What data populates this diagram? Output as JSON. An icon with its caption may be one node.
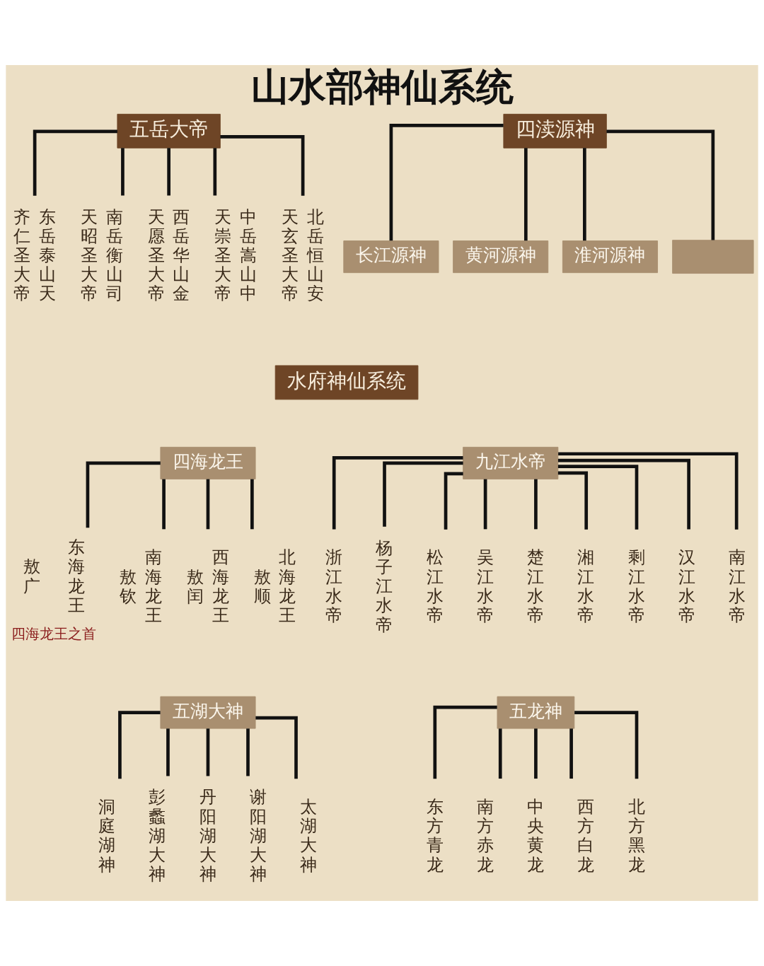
{
  "diagram": {
    "title": "山水部神仙系统",
    "nodes": [
      {
        "text": [
          "五岳大帝"
        ]
      },
      {
        "text": [
          "齐仁圣大帝",
          "东岳泰山天"
        ]
      },
      {
        "text": [
          "天昭圣大帝",
          "南岳衡山司"
        ]
      },
      {
        "text": [
          "天愿圣大帝",
          "西岳华山金"
        ]
      },
      {
        "text": [
          "天崇圣大帝",
          "中岳嵩山中"
        ]
      },
      {
        "text": [
          "天玄圣大帝",
          "北岳恒山安"
        ]
      },
      {
        "text": [
          "四渎源神"
        ]
      },
      {
        "text": [
          "长江源神"
        ]
      },
      {
        "text": [
          "黄河源神"
        ]
      },
      {
        "text": [
          "淮河源神"
        ]
      },
      {
        "text": [],
        "shape": "box"
      },
      {
        "text": [
          "水府神仙系统"
        ]
      },
      {
        "text": [
          "四海龙王"
        ]
      },
      {
        "text": [
          "敖广",
          "东海龙王"
        ],
        "beside": [
          "四海龙王之首"
        ]
      },
      {
        "text": [
          "敖钦",
          "南海龙王"
        ]
      },
      {
        "text": [
          "敖闰",
          "西海龙王"
        ]
      },
      {
        "text": [
          "敖顺",
          "北海龙王"
        ]
      },
      {
        "text": [
          "九江水帝"
        ]
      },
      {
        "text": [
          "浙江水帝"
        ]
      },
      {
        "text": [
          "杨子江水帝"
        ]
      },
      {
        "text": [
          "松江水帝"
        ]
      },
      {
        "text": [
          "吴江水帝"
        ]
      },
      {
        "text": [
          "楚江水帝"
        ]
      },
      {
        "text": [
          "湘江水帝"
        ]
      },
      {
        "text": [
          "剩江水帝"
        ]
      },
      {
        "text": [
          "汉江水帝"
        ]
      },
      {
        "text": [
          "南江水帝"
        ]
      },
      {
        "text": [
          "五湖大神"
        ]
      },
      {
        "text": [
          "洞庭湖神"
        ]
      },
      {
        "text": [
          "彭蠡湖大神"
        ]
      },
      {
        "text": [
          "丹阳湖大神"
        ]
      },
      {
        "text": [
          "谢阳湖大神"
        ]
      },
      {
        "text": [
          "太湖大神"
        ]
      },
      {
        "text": [
          "五龙神"
        ]
      },
      {
        "text": [
          "东方青龙"
        ]
      },
      {
        "text": [
          "南方赤龙"
        ]
      },
      {
        "text": [
          "中央黄龙"
        ]
      },
      {
        "text": [
          "西方白龙"
        ]
      },
      {
        "text": [
          "北方黑龙"
        ]
      }
    ],
    "edges": [
      {
        "from": 0,
        "to": 1,
        "arrow": "none"
      },
      {
        "from": 0,
        "to": 2,
        "arrow": "none"
      },
      {
        "from": 0,
        "to": 3,
        "arrow": "none"
      },
      {
        "from": 0,
        "to": 4,
        "arrow": "none"
      },
      {
        "from": 0,
        "to": 5,
        "arrow": "none"
      },
      {
        "from": 6,
        "to": 7,
        "arrow": "none"
      },
      {
        "from": 6,
        "to": 8,
        "arrow": "none"
      },
      {
        "from": 6,
        "to": 9,
        "arrow": "none"
      },
      {
        "from": 6,
        "to": 10,
        "arrow": "none"
      },
      {
        "from": 12,
        "to": 13,
        "arrow": "none"
      },
      {
        "from": 12,
        "to": 14,
        "arrow": "none"
      },
      {
        "from": 12,
        "to": 15,
        "arrow": "none"
      },
      {
        "from": 12,
        "to": 16,
        "arrow": "none"
      },
      {
        "from": 17,
        "to": 18,
        "arrow": "none"
      },
      {
        "from": 17,
        "to": 19,
        "arrow": "none"
      },
      {
        "from": 17,
        "to": 20,
        "arrow": "none"
      },
      {
        "from": 17,
        "to": 21,
        "arrow": "none"
      },
      {
        "from": 17,
        "to": 22,
        "arrow": "none"
      },
      {
        "from": 17,
        "to": 23,
        "arrow": "none"
      },
      {
        "from": 17,
        "to": 24,
        "arrow": "none"
      },
      {
        "from": 17,
        "to": 25,
        "arrow": "none"
      },
      {
        "from": 17,
        "to": 26,
        "arrow": "none"
      },
      {
        "from": 27,
        "to": 28,
        "arrow": "none"
      },
      {
        "from": 27,
        "to": 29,
        "arrow": "none"
      },
      {
        "from": 27,
        "to": 30,
        "arrow": "none"
      },
      {
        "from": 27,
        "to": 31,
        "arrow": "none"
      },
      {
        "from": 27,
        "to": 32,
        "arrow": "none"
      },
      {
        "from": 33,
        "to": 34,
        "arrow": "none"
      },
      {
        "from": 33,
        "to": 35,
        "arrow": "none"
      },
      {
        "from": 33,
        "to": 36,
        "arrow": "none"
      },
      {
        "from": 33,
        "to": 37,
        "arrow": "none"
      },
      {
        "from": 33,
        "to": 38,
        "arrow": "none"
      }
    ]
  }
}
